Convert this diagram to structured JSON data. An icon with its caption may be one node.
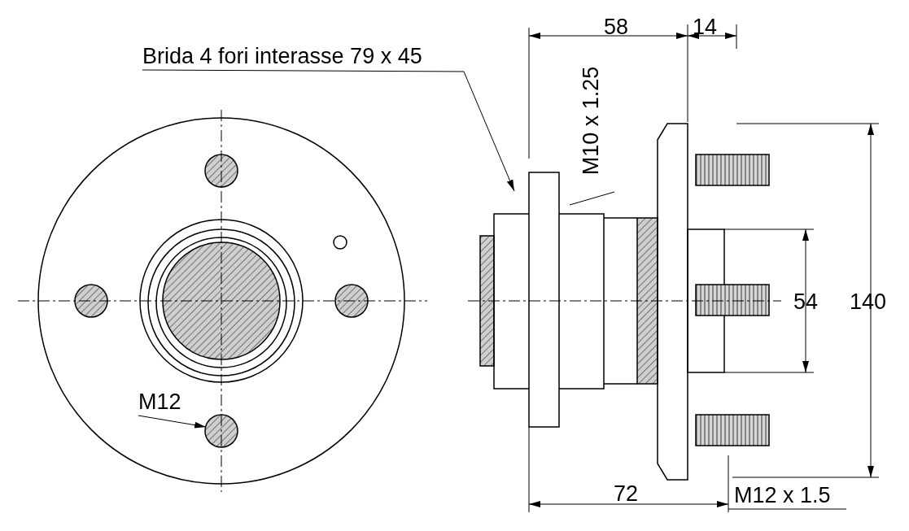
{
  "diagram": {
    "nodes": [
      {
        "text": [
          "Brida 4 fori interasse 79 x 45"
        ]
      },
      {
        "text": [
          "M12"
        ]
      }
    ],
    "edges": [
      {
        "from": 0,
        "to": null,
        "arrow": "to"
      },
      {
        "from": 1,
        "to": null,
        "arrow": "to"
      }
    ],
    "labels": [
      "58",
      "14",
      "M10 x 1.25",
      "54",
      "140",
      "72",
      "M12 x 1.5"
    ]
  }
}
